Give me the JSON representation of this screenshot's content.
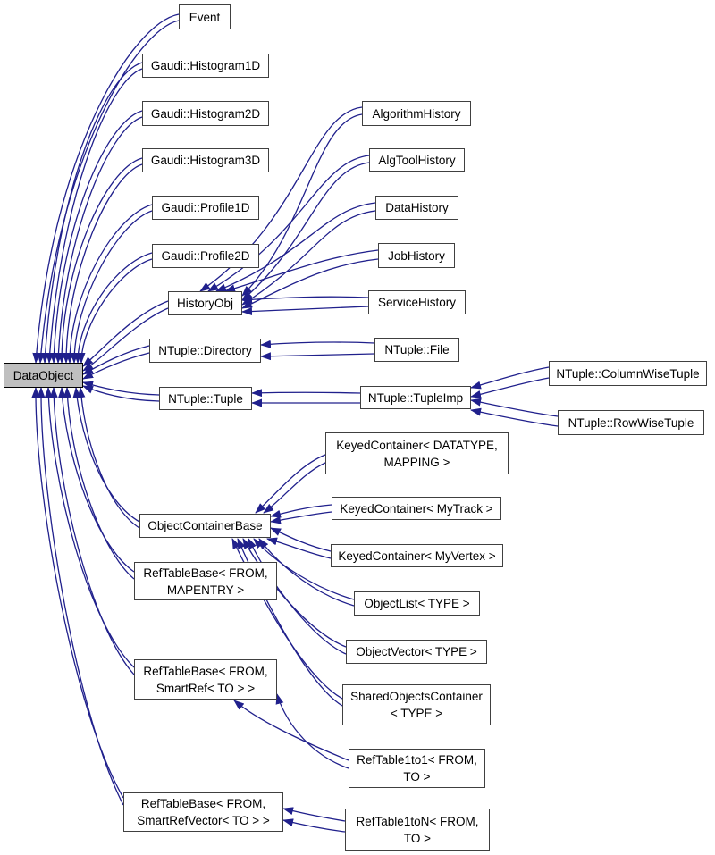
{
  "diagram": {
    "type": "class-inheritance-graph",
    "root_class": "DataObject",
    "colors": {
      "background": "#ffffff",
      "edge": "#20208c",
      "node_border": "#404040",
      "node_fill": "#ffffff",
      "root_fill": "#bfbfbf",
      "root_border": "#000000",
      "text": "#000000"
    },
    "nodes": [
      {
        "id": "dataobject",
        "lines": [
          "DataObject"
        ],
        "root": true
      },
      {
        "id": "event",
        "lines": [
          "Event"
        ]
      },
      {
        "id": "h1d",
        "lines": [
          "Gaudi::Histogram1D"
        ]
      },
      {
        "id": "h2d",
        "lines": [
          "Gaudi::Histogram2D"
        ]
      },
      {
        "id": "h3d",
        "lines": [
          "Gaudi::Histogram3D"
        ]
      },
      {
        "id": "p1d",
        "lines": [
          "Gaudi::Profile1D"
        ]
      },
      {
        "id": "p2d",
        "lines": [
          "Gaudi::Profile2D"
        ]
      },
      {
        "id": "historyobj",
        "lines": [
          "HistoryObj"
        ]
      },
      {
        "id": "ntdir",
        "lines": [
          "NTuple::Directory"
        ]
      },
      {
        "id": "nttuple",
        "lines": [
          "NTuple::Tuple"
        ]
      },
      {
        "id": "alghist",
        "lines": [
          "AlgorithmHistory"
        ]
      },
      {
        "id": "algtoolhist",
        "lines": [
          "AlgToolHistory"
        ]
      },
      {
        "id": "datahist",
        "lines": [
          "DataHistory"
        ]
      },
      {
        "id": "jobhist",
        "lines": [
          "JobHistory"
        ]
      },
      {
        "id": "servhist",
        "lines": [
          "ServiceHistory"
        ]
      },
      {
        "id": "ntfile",
        "lines": [
          "NTuple::File"
        ]
      },
      {
        "id": "nttupleimp",
        "lines": [
          "NTuple::TupleImp"
        ]
      },
      {
        "id": "ntcol",
        "lines": [
          "NTuple::ColumnWiseTuple"
        ]
      },
      {
        "id": "ntrow",
        "lines": [
          "NTuple::RowWiseTuple"
        ]
      },
      {
        "id": "kcdt",
        "lines": [
          "KeyedContainer< DATATYPE,",
          "MAPPING >"
        ]
      },
      {
        "id": "kctrack",
        "lines": [
          "KeyedContainer< MyTrack >"
        ]
      },
      {
        "id": "kcvertex",
        "lines": [
          "KeyedContainer< MyVertex >"
        ]
      },
      {
        "id": "objlist",
        "lines": [
          "ObjectList< TYPE >"
        ]
      },
      {
        "id": "objvec",
        "lines": [
          "ObjectVector< TYPE >"
        ]
      },
      {
        "id": "ocb",
        "lines": [
          "ObjectContainerBase"
        ]
      },
      {
        "id": "rtbmap",
        "lines": [
          "RefTableBase< FROM,",
          "MAPENTRY >"
        ]
      },
      {
        "id": "rtbsr",
        "lines": [
          "RefTableBase< FROM,",
          "SmartRef< TO > >"
        ]
      },
      {
        "id": "shared",
        "lines": [
          "SharedObjectsContainer",
          "< TYPE >"
        ]
      },
      {
        "id": "rt11",
        "lines": [
          "RefTable1to1< FROM,",
          "TO >"
        ]
      },
      {
        "id": "rtbsrv",
        "lines": [
          "RefTableBase< FROM,",
          "SmartRefVector< TO > >"
        ]
      },
      {
        "id": "rt1n",
        "lines": [
          "RefTable1toN< FROM,",
          "TO >"
        ]
      }
    ],
    "edges": [
      {
        "from": "event",
        "to": "dataobject"
      },
      {
        "from": "h1d",
        "to": "dataobject"
      },
      {
        "from": "h2d",
        "to": "dataobject"
      },
      {
        "from": "h3d",
        "to": "dataobject"
      },
      {
        "from": "p1d",
        "to": "dataobject"
      },
      {
        "from": "p2d",
        "to": "dataobject"
      },
      {
        "from": "historyobj",
        "to": "dataobject"
      },
      {
        "from": "ntdir",
        "to": "dataobject"
      },
      {
        "from": "nttuple",
        "to": "dataobject"
      },
      {
        "from": "ocb",
        "to": "dataobject"
      },
      {
        "from": "rtbmap",
        "to": "dataobject"
      },
      {
        "from": "rtbsr",
        "to": "dataobject"
      },
      {
        "from": "rtbsrv",
        "to": "dataobject"
      },
      {
        "from": "alghist",
        "to": "historyobj"
      },
      {
        "from": "algtoolhist",
        "to": "historyobj"
      },
      {
        "from": "datahist",
        "to": "historyobj"
      },
      {
        "from": "jobhist",
        "to": "historyobj"
      },
      {
        "from": "servhist",
        "to": "historyobj"
      },
      {
        "from": "ntfile",
        "to": "ntdir"
      },
      {
        "from": "nttupleimp",
        "to": "nttuple"
      },
      {
        "from": "ntcol",
        "to": "nttupleimp"
      },
      {
        "from": "ntrow",
        "to": "nttupleimp"
      },
      {
        "from": "kcdt",
        "to": "ocb"
      },
      {
        "from": "kctrack",
        "to": "ocb"
      },
      {
        "from": "kcvertex",
        "to": "ocb"
      },
      {
        "from": "objlist",
        "to": "ocb"
      },
      {
        "from": "objvec",
        "to": "ocb"
      },
      {
        "from": "shared",
        "to": "ocb"
      },
      {
        "from": "rt11",
        "to": "rtbsr"
      },
      {
        "from": "rt1n",
        "to": "rtbsrv"
      }
    ]
  }
}
